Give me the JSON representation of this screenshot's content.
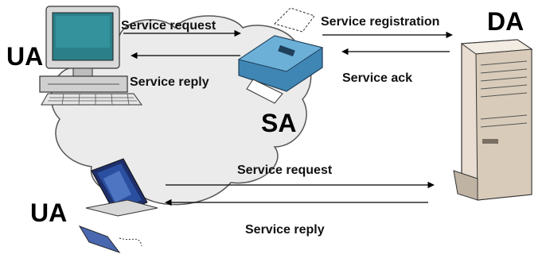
{
  "nodes": {
    "ua_top": "UA",
    "ua_bottom": "UA",
    "sa": "SA",
    "da": "DA"
  },
  "messages": {
    "service_request_top": "Service request",
    "service_reply_top": "Service reply",
    "service_registration": "Service registration",
    "service_ack": "Service ack",
    "service_request_bottom": "Service request",
    "service_reply_bottom": "Service reply"
  },
  "colors": {
    "cloud_fill": "#ebebeb",
    "cloud_stroke": "#555555",
    "printer_blue": "#3f86b4",
    "screen_teal": "#2b7f88",
    "laptop_blue": "#2b4fa0",
    "server_beige": "#e8ddd0"
  },
  "icons": {
    "ua_top": "desktop-computer-icon",
    "ua_bottom": "laptop-computer-icon",
    "sa": "printer-icon",
    "da": "server-tower-icon",
    "network": "cloud-icon"
  }
}
